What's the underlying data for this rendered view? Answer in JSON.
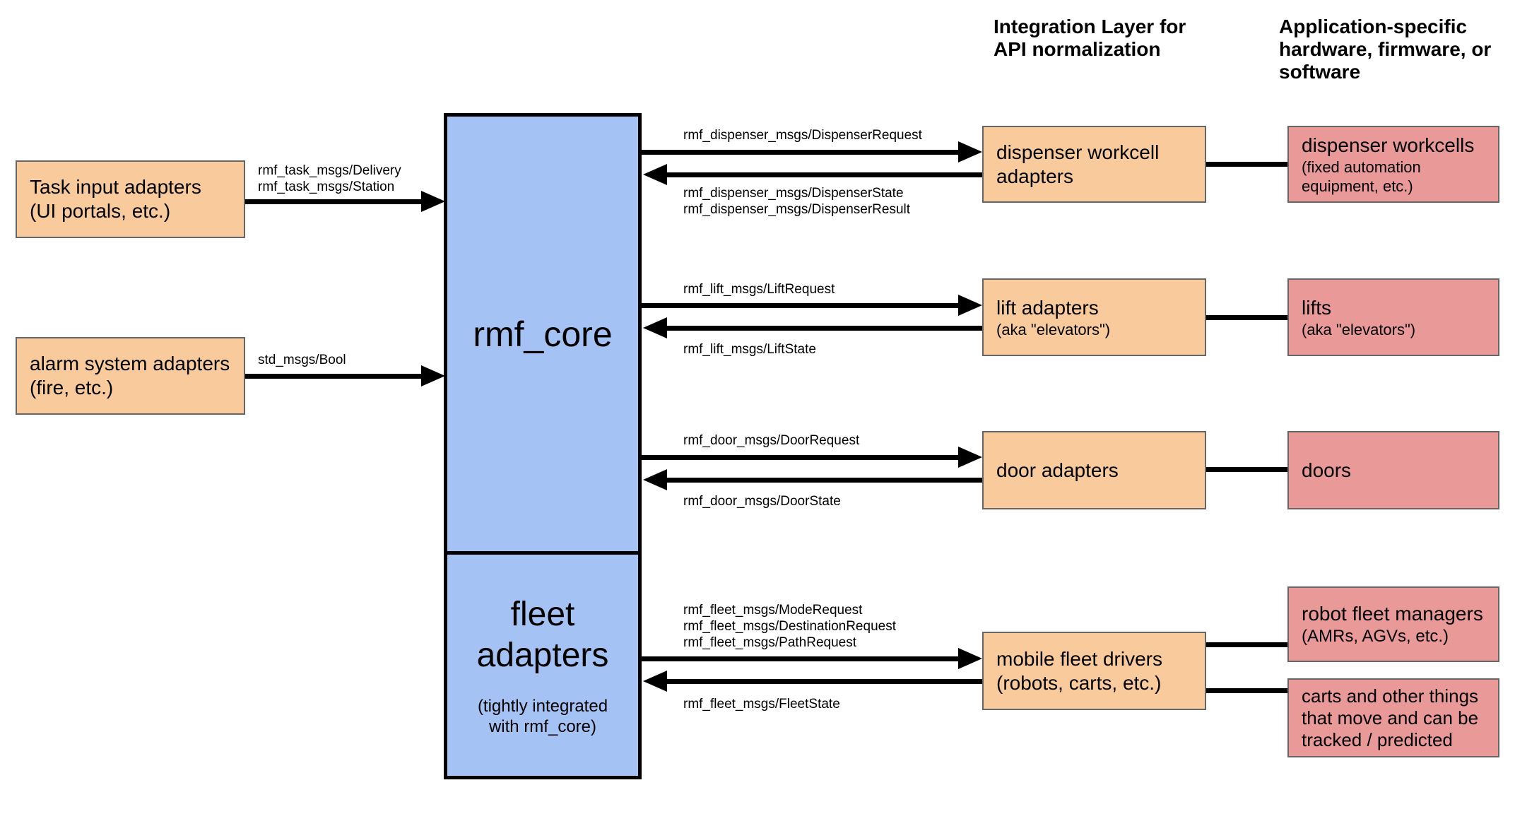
{
  "colors": {
    "core_blue": "#A4C2F4",
    "adapter_orange": "#F9CB9C",
    "hardware_red": "#EA9999",
    "line_black": "#000000",
    "box_border_gray": "#666666"
  },
  "headers": {
    "integration": "Integration Layer for\nAPI normalization",
    "application": "Application-specific\nhardware, firmware, or\nsoftware"
  },
  "boxes": {
    "task_input": {
      "line1": "Task input adapters",
      "line2": "(UI portals, etc.)"
    },
    "alarm": {
      "line1": "alarm system adapters",
      "line2": "(fire, etc.)"
    },
    "rmf_core": {
      "label": "rmf_core"
    },
    "fleet_adapters": {
      "line1": "fleet",
      "line2": "adapters",
      "note": "(tightly integrated\nwith rmf_core)"
    },
    "dispenser_adapters": {
      "line1": "dispenser workcell",
      "line2": "adapters"
    },
    "lift_adapters": {
      "line1": "lift adapters",
      "line2": "(aka \"elevators\")"
    },
    "door_adapters": {
      "line1": "door adapters"
    },
    "mobile_fleet_drivers": {
      "line1": "mobile fleet drivers",
      "line2": "(robots, carts, etc.)"
    },
    "dispenser_workcells": {
      "line1": "dispenser workcells",
      "line2": "(fixed automation",
      "line3": "equipment, etc.)"
    },
    "lifts": {
      "line1": "lifts",
      "line2": "(aka \"elevators\")"
    },
    "doors": {
      "line1": "doors"
    },
    "robot_fleet_managers": {
      "line1": "robot fleet managers",
      "line2": "(AMRs, AGVs, etc.)"
    },
    "carts": {
      "line1": "carts and other things",
      "line2": "that move and can be",
      "line3": "tracked / predicted"
    }
  },
  "arrow_labels": {
    "task": "rmf_task_msgs/Delivery\nrmf_task_msgs/Station",
    "alarm": "std_msgs/Bool",
    "dispenser_request": "rmf_dispenser_msgs/DispenserRequest",
    "dispenser_state": "rmf_dispenser_msgs/DispenserState\nrmf_dispenser_msgs/DispenserResult",
    "lift_request": "rmf_lift_msgs/LiftRequest",
    "lift_state": "rmf_lift_msgs/LiftState",
    "door_request": "rmf_door_msgs/DoorRequest",
    "door_state": "rmf_door_msgs/DoorState",
    "fleet_request": "rmf_fleet_msgs/ModeRequest\nrmf_fleet_msgs/DestinationRequest\nrmf_fleet_msgs/PathRequest",
    "fleet_state": "rmf_fleet_msgs/FleetState"
  }
}
